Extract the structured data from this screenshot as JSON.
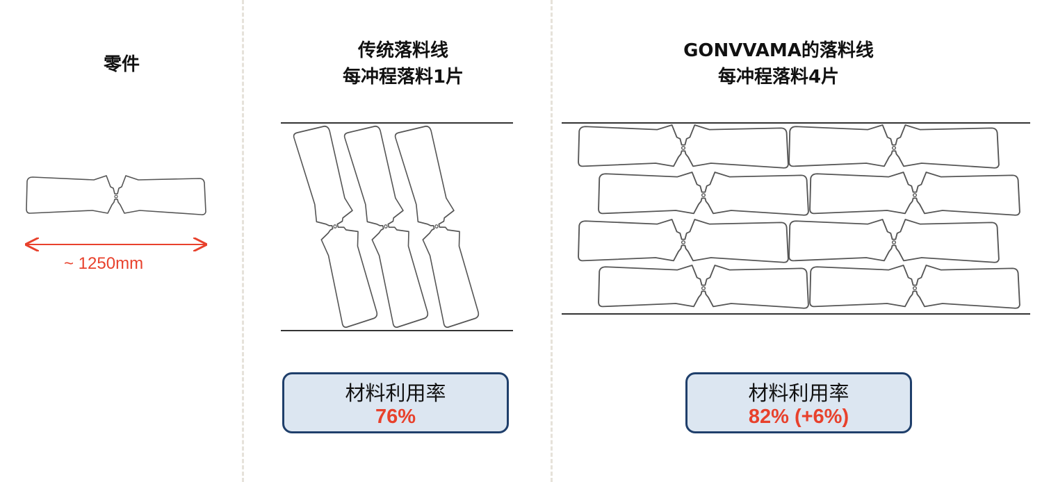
{
  "columns": {
    "part": {
      "title": "零件",
      "dimension": "~ 1250mm"
    },
    "traditional": {
      "title_line1": "传统落料线",
      "title_line2": "每冲程落料1片",
      "metric_label": "材料利用率",
      "metric_value": "76%",
      "utilization_percent": 76
    },
    "gonvvama": {
      "title_line1": "GONVVAMA的落料线",
      "title_line2": "每冲程落料4片",
      "metric_label": "材料利用率",
      "metric_value": "82% (+6%)",
      "utilization_percent": 82
    }
  },
  "colors": {
    "accent_red": "#e8412c",
    "box_fill": "#dce6f1",
    "box_border": "#1f3f6b",
    "outline": "#555555",
    "divider": "#e6e2da"
  }
}
